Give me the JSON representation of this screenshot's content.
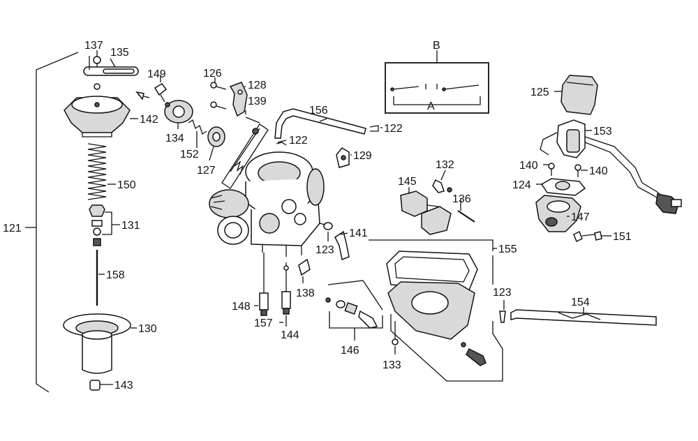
{
  "labels": {
    "l121": "121",
    "l137": "137",
    "l135": "135",
    "l142": "142",
    "l150": "150",
    "l131": "131",
    "l158": "158",
    "l130": "130",
    "l143": "143",
    "l149": "149",
    "l126": "126",
    "l128": "128",
    "l139": "139",
    "l134": "134",
    "l152": "152",
    "l127": "127",
    "l156": "156",
    "l122a": "122",
    "l122b": "122",
    "l129": "129",
    "lB": "B",
    "lA": "A",
    "l132": "132",
    "l145": "145",
    "l136": "136",
    "l141": "141",
    "l123a": "123",
    "l148": "148",
    "l138": "138",
    "l157": "157",
    "l144": "144",
    "l146": "146",
    "l155": "155",
    "l133": "133",
    "l123b": "123",
    "l154": "154",
    "l125": "125",
    "l153": "153",
    "l140a": "140",
    "l140b": "140",
    "l124": "124",
    "l147": "147",
    "l151": "151"
  }
}
